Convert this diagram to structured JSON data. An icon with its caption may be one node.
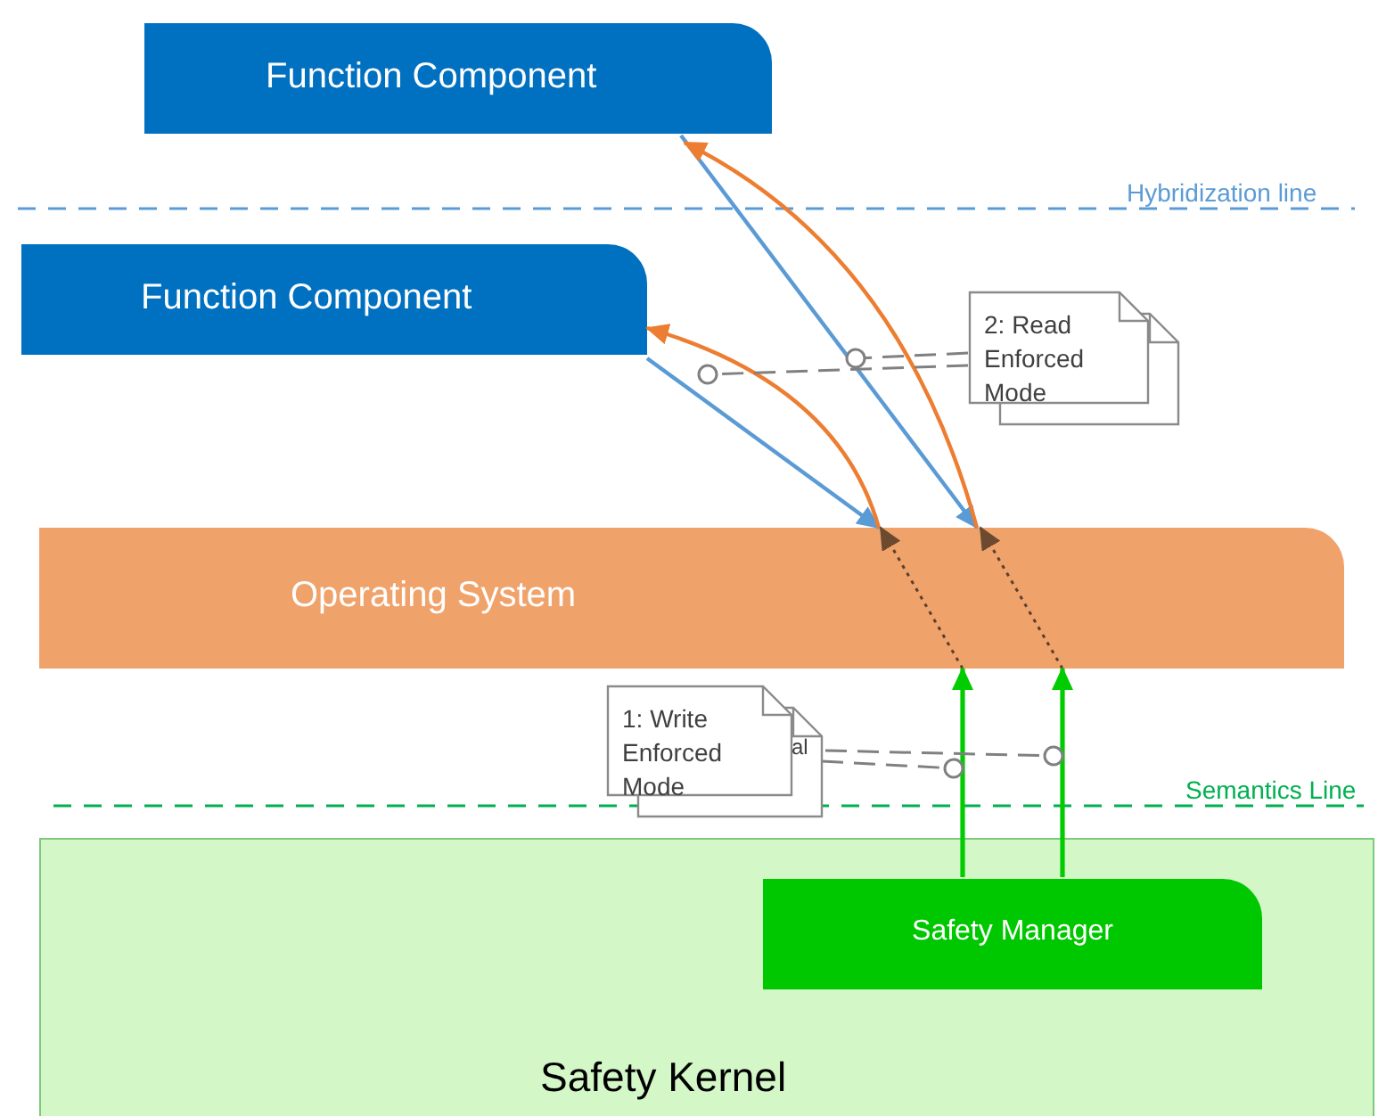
{
  "diagram": {
    "nodes": [
      {
        "text": [
          "Function  Component"
        ]
      },
      {
        "text": [
          "Function  Component"
        ]
      },
      {
        "text": [
          "Operating System"
        ]
      },
      {
        "text": [
          "Safety Kernel"
        ]
      },
      {
        "text": [
          "Safety Manager"
        ],
        "in": 3
      },
      {
        "text": [
          "2: Read Enforced Mode"
        ]
      },
      {
        "text": [
          "1: Write Enforced Mode"
        ]
      }
    ],
    "edges": [
      {
        "from": 0,
        "to": 2,
        "arrow": "to",
        "color": "#5b9bd5"
      },
      {
        "from": 2,
        "to": 0,
        "arrow": "to",
        "color": "#ed7d31"
      },
      {
        "from": 1,
        "to": 2,
        "arrow": "to",
        "color": "#5b9bd5"
      },
      {
        "from": 2,
        "to": 1,
        "arrow": "to",
        "color": "#ed7d31"
      },
      {
        "from": null,
        "to": 2,
        "arrow": "to",
        "style": "dashed",
        "color": "#5a4030"
      },
      {
        "from": null,
        "to": 2,
        "arrow": "to",
        "style": "dashed",
        "color": "#5a4030"
      },
      {
        "from": 4,
        "to": 2,
        "arrow": "to",
        "color": "#00cc00"
      },
      {
        "from": 4,
        "to": 2,
        "arrow": "to",
        "color": "#00cc00"
      },
      {
        "from": 5,
        "to": null,
        "arrow": "other",
        "style": "dashed",
        "color": "#808080"
      },
      {
        "from": 5,
        "to": null,
        "arrow": "other",
        "style": "dashed",
        "color": "#808080"
      },
      {
        "from": 6,
        "to": null,
        "arrow": "other",
        "style": "dashed",
        "color": "#808080"
      },
      {
        "from": 6,
        "to": null,
        "arrow": "other",
        "style": "dashed",
        "color": "#808080"
      }
    ],
    "labels": [
      "Hybridization line",
      "al",
      "Semantics Line"
    ]
  }
}
